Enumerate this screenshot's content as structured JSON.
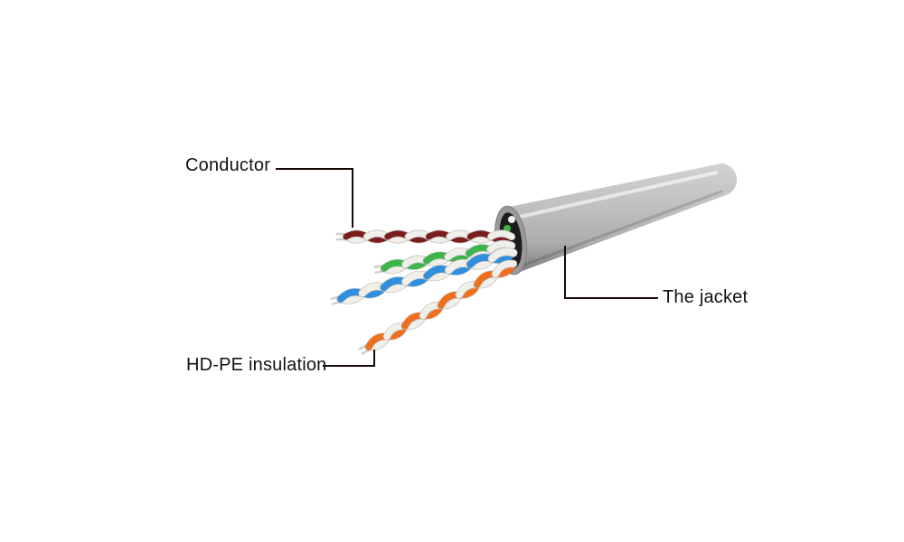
{
  "diagram": {
    "labels": {
      "conductor": "Conductor",
      "insulation": "HD-PE insulation",
      "jacket": "The jacket"
    }
  },
  "colors": {
    "background": "#ffffff",
    "label-text": "#121212",
    "leader-line": "#170a04",
    "wire-maroon": "#7a1d1d",
    "wire-green": "#3db54b",
    "wire-blue": "#2f8fdd",
    "wire-orange": "#f06f1f",
    "wire-white": "#f0efe9",
    "wire-white-edge": "#c6c5bf",
    "wire-tip-metal": "#cfcfcf",
    "jacket-light": "#d2d2d2",
    "jacket-mid": "#aeaeae",
    "jacket-dark": "#7c7c7c",
    "jacket-rim": "#999999",
    "jacket-hole": "#1c1c1c"
  }
}
